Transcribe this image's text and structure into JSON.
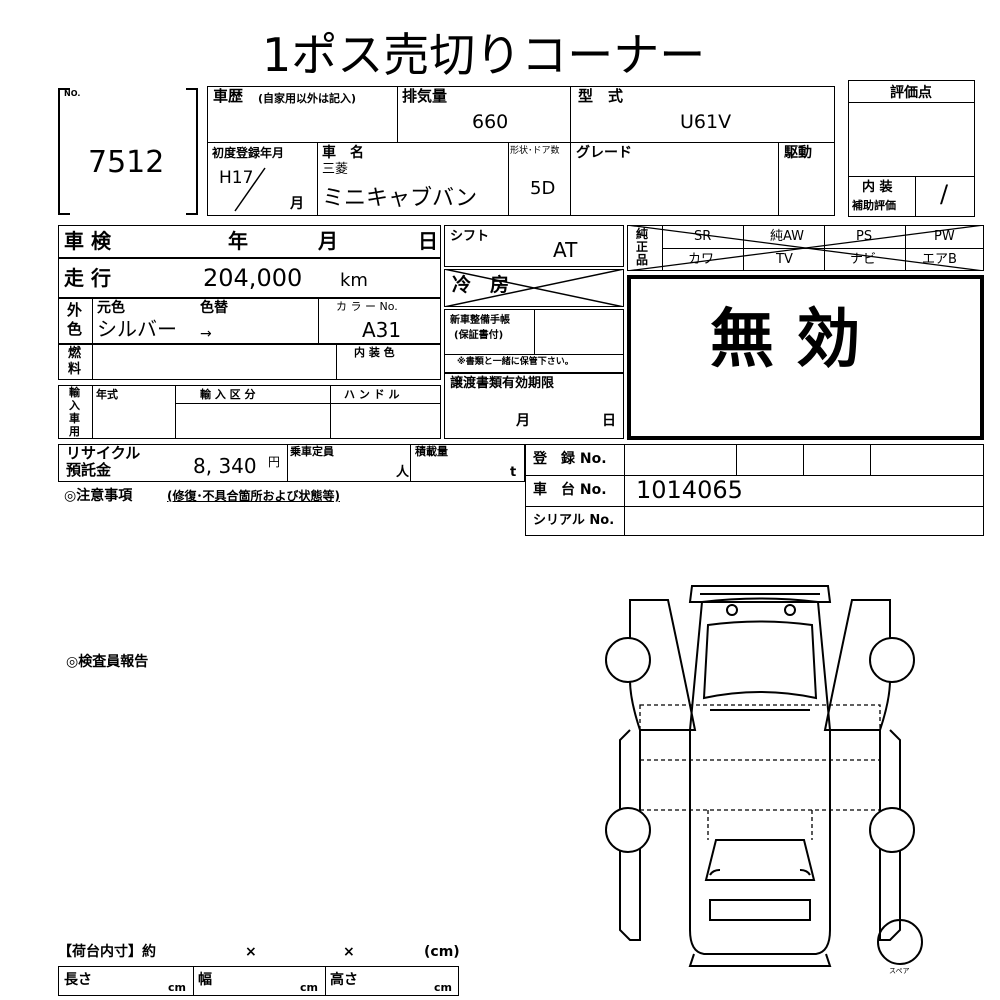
{
  "title": "1ポス売切りコーナー",
  "lot": {
    "no_label": "NO.",
    "number": "7512"
  },
  "history": {
    "label": "車歴",
    "note": "(自家用以外は記入)"
  },
  "displacement": {
    "label": "排気量",
    "value": "660"
  },
  "model_type": {
    "label": "型　式",
    "value": "U61V"
  },
  "score": {
    "label": "評価点",
    "interior_label": "内 装",
    "aux_label": "補助評価",
    "interior_value": "/"
  },
  "first_reg": {
    "label": "初度登録年月",
    "year": "H17",
    "month_unit": "月"
  },
  "car_name": {
    "label": "車　名",
    "maker": "三菱",
    "name": "ミニキャブバン"
  },
  "body_door": {
    "label": "形状･ドア数",
    "value": "5D"
  },
  "grade": {
    "label": "グレード",
    "value": ""
  },
  "drive": {
    "label": "駆動",
    "value": ""
  },
  "shaken": {
    "label": "車 検",
    "year": "年",
    "month": "月",
    "day": "日"
  },
  "shift": {
    "label": "シフト",
    "value": "AT"
  },
  "equipment": {
    "label": "純正品",
    "row1": [
      "SR",
      "純AW",
      "PS",
      "PW"
    ],
    "row2": [
      "カワ",
      "TV",
      "ナビ",
      "エアB"
    ]
  },
  "mileage": {
    "label": "走 行",
    "value": "204,000",
    "unit": "km"
  },
  "ac": {
    "label": "冷　房"
  },
  "invalid_stamp": "無 効",
  "color": {
    "side_label_1": "外",
    "side_label_2": "色",
    "orig_label": "元色",
    "repaint_label": "色替",
    "orig_value": "シルバー",
    "arrow": "→",
    "code_label": "カ ラ ー No.",
    "code_value": "A31"
  },
  "maintenance": {
    "line1": "新車整備手帳",
    "line2": "(保証書付)",
    "note": "※書類と一緒に保管下さい。"
  },
  "fuel": {
    "label_1": "燃",
    "label_2": "料",
    "interior_color_label": "内 装 色"
  },
  "import": {
    "label_1": "輸",
    "label_2": "入",
    "label_3": "車",
    "label_4": "用",
    "year_label": "年式",
    "category_label": "輸 入 区 分",
    "handle_label": "ハ ン ド ル"
  },
  "transfer": {
    "label": "譲渡書類有効期限",
    "month": "月",
    "day": "日"
  },
  "recycle": {
    "label_1": "リサイクル",
    "label_2": "預託金",
    "value": "8, 340",
    "unit": "円"
  },
  "capacity": {
    "label": "乗車定員",
    "unit": "人"
  },
  "load": {
    "label": "積載量",
    "unit": "t"
  },
  "registration": {
    "label": "登　録 No.",
    "value": ""
  },
  "chassis": {
    "label": "車　台 No.",
    "value": "1014065"
  },
  "serial": {
    "label": "シリアル No.",
    "value": ""
  },
  "notes_heading": "◎注意事項",
  "notes_sub": "(修復･不具合箇所および状態等)",
  "inspector_heading": "◎検査員報告",
  "spare_label": "スペア",
  "cargo": {
    "heading": "【荷台内寸】約",
    "x1": "×",
    "x2": "×",
    "unit_paren": "(cm)",
    "length_label": "長さ",
    "width_label": "幅",
    "height_label": "高さ",
    "cm": "cm"
  }
}
